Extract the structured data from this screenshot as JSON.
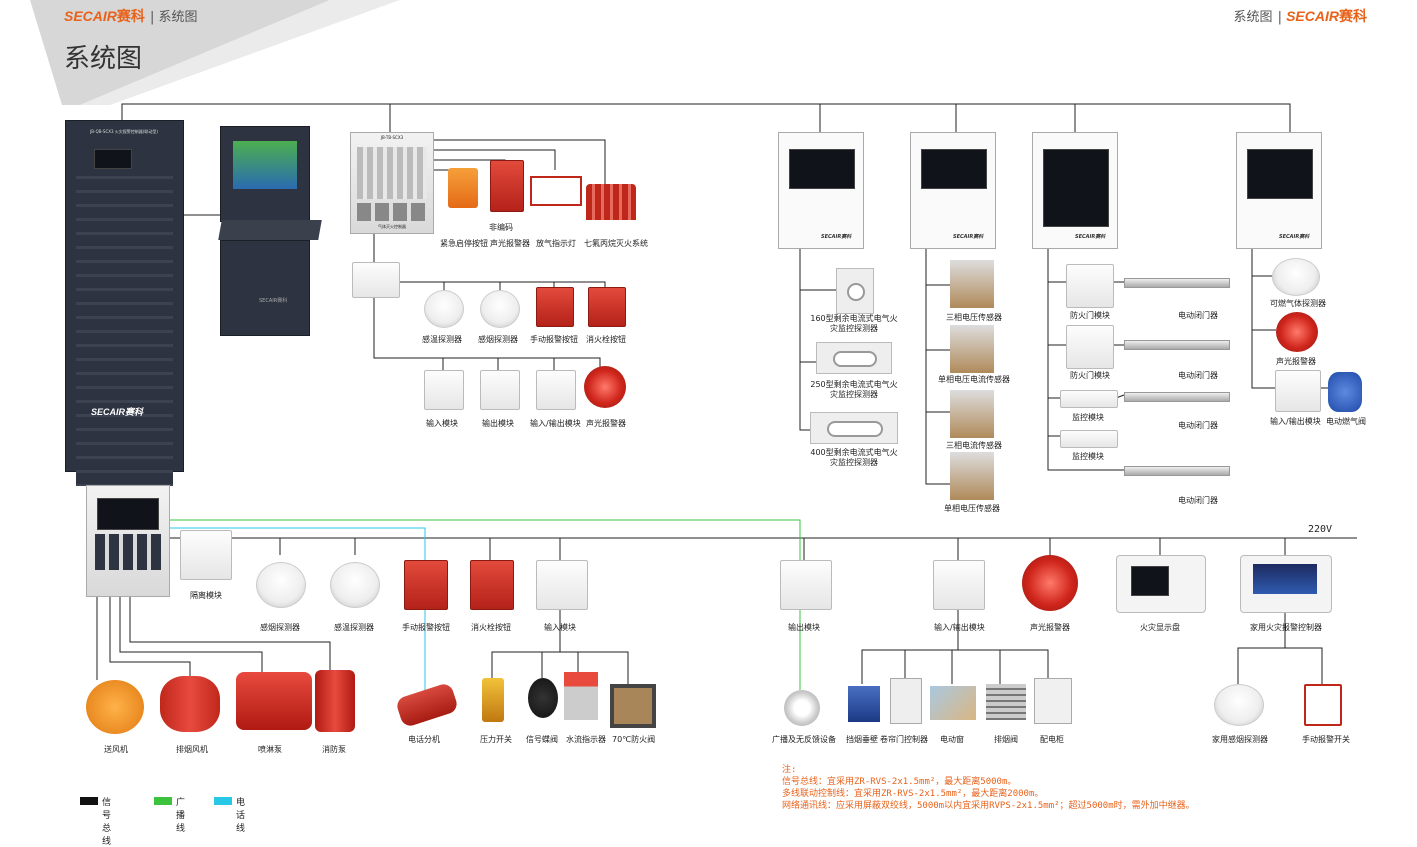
{
  "header": {
    "brand_en": "SECAIR",
    "brand_cn": "赛科",
    "section": "系统图",
    "page_title": "系统图"
  },
  "cabinets": {
    "main_cabinet_logo": "SECAIR赛科",
    "cabinet_top_text": "JB-QB-SCX3 火灾报警控制器(联动型)",
    "workstation_logo": "SECAIR赛科"
  },
  "gas_panel": {
    "title": "JB-TB-SCX3",
    "bottom_text": "气体灭火控制器",
    "items": [
      "紧急启停按钮",
      "声光报警器",
      "放气指示灯",
      "七氟丙烷灭火系统"
    ],
    "extra": "非编码"
  },
  "top_loop": {
    "row1": [
      "感温探测器",
      "感烟探测器",
      "手动报警按钮",
      "消火栓按钮"
    ],
    "row2": [
      "输入模块",
      "输出模块",
      "输入/输出模块",
      "声光报警器"
    ]
  },
  "electrical_fire": {
    "sensors": [
      "160型剩余电流式电气火灾监控探测器",
      "250型剩余电流式电气火灾监控探测器",
      "400型剩余电流式电气火灾监控探测器"
    ]
  },
  "power_monitor": {
    "sensors": [
      "三相电压传感器",
      "单相电压电流传感器",
      "三相电流传感器",
      "单相电压传感器"
    ]
  },
  "fire_door": {
    "modules": [
      "防火门模块",
      "防火门模块",
      "监控模块",
      "监控模块"
    ],
    "doors": [
      "电动闭门器",
      "电动闭门器",
      "电动闭门器",
      "电动闭门器"
    ]
  },
  "gas_detection": {
    "items": [
      "可燃气体探测器",
      "声光报警器",
      "输入/输出模块",
      "电动燃气阀"
    ]
  },
  "panel_logos": [
    "SECAIR赛科",
    "SECAIR赛科",
    "SECAIR赛科",
    "SECAIR赛科"
  ],
  "bottom_loop": {
    "isolation": "隔离模块",
    "row": [
      "感烟探测器",
      "感温探测器",
      "手动报警按钮",
      "消火栓按钮",
      "输入模块",
      "输出模块",
      "输入/输出模块",
      "声光报警器",
      "火灾显示盘",
      "家用火灾报警控制器"
    ],
    "voltage": "220V"
  },
  "equipment": {
    "fans": [
      "送风机",
      "排烟风机",
      "喷淋泵",
      "消防泵"
    ],
    "phone": "电话分机",
    "water": [
      "压力开关",
      "信号蝶阀",
      "水流指示器",
      "70℃防火阀"
    ],
    "broadcast": "广播及无反馈设备",
    "linkage": [
      "挡烟垂壁",
      "卷帘门控制器",
      "电动窗",
      "排烟阀",
      "配电柜"
    ],
    "home": [
      "家用感烟探测器",
      "手动报警开关"
    ]
  },
  "notes": {
    "title": "注:",
    "lines": [
      "信号总线：宜采用ZR-RVS-2x1.5mm²，最大距离5000m。",
      "多线联动控制线：宜采用ZR-RVS-2x1.5mm²，最大距离2000m。",
      "网络通讯线：应采用屏蔽双绞线，5000m以内宜采用RVPS-2x1.5mm²；超过5000m时，需外加中继器。"
    ]
  },
  "legend": {
    "items": [
      {
        "label": "信号总线",
        "color": "#111111"
      },
      {
        "label": "广播线",
        "color": "#3cc23c"
      },
      {
        "label": "电话线",
        "color": "#29c7e6"
      }
    ]
  },
  "colors": {
    "brand": "#e8621a",
    "line": "#222222",
    "broadcast": "#3cc23c",
    "phone": "#29c7e6"
  }
}
